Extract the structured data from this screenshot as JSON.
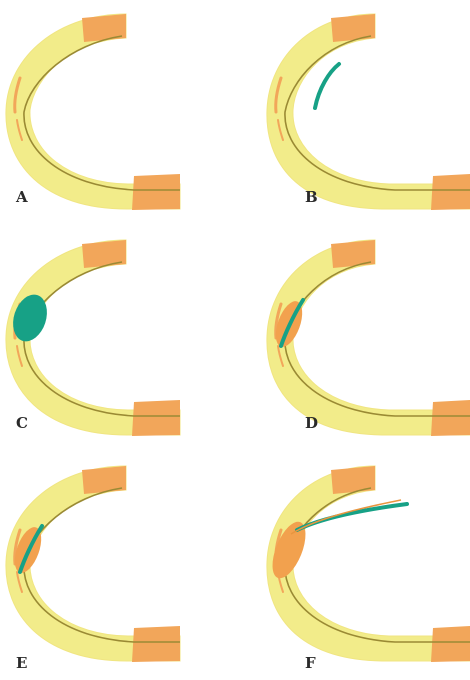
{
  "colors": {
    "tissue": "#f2ec8a",
    "tissue_edge": "#f0e582",
    "cap": "#f2a65a",
    "cap_dark": "#e8953f",
    "line": "#9a8a34",
    "teal": "#17a186",
    "orange_mass": "#f2a14e"
  },
  "panels": [
    {
      "label": "A",
      "variant": "normal"
    },
    {
      "label": "B",
      "variant": "thin-teal-line"
    },
    {
      "label": "C",
      "variant": "teal-oval"
    },
    {
      "label": "D",
      "variant": "orange-oval-teal-stripe"
    },
    {
      "label": "E",
      "variant": "orange-oval-teal-stripe"
    },
    {
      "label": "F",
      "variant": "orange-oval-extended-stripe"
    }
  ]
}
